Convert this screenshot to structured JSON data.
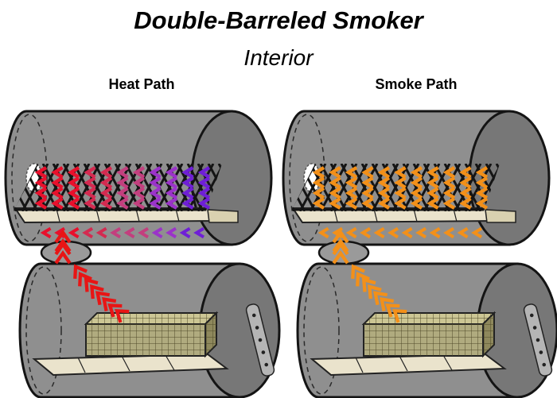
{
  "title": "Double-Barreled Smoker",
  "subtitle": "Interior",
  "panels": [
    {
      "label": "Heat Path",
      "flow": "heat",
      "grate_gradient": [
        "#e8102c",
        "#d42a50",
        "#c33f7e",
        "#9b33c9",
        "#6f1fd6"
      ],
      "lower_arrow_color": "#e81515"
    },
    {
      "label": "Smoke Path",
      "flow": "smoke",
      "grate_gradient": [
        "#f39019",
        "#f39019",
        "#f39019",
        "#f39019",
        "#f39019"
      ],
      "lower_arrow_color": "#f39019"
    }
  ],
  "colors": {
    "background": "#ffffff",
    "barrel_body": "#8f8f8f",
    "barrel_end": "#777777",
    "outline": "#141414",
    "grate": "#141414",
    "shelf": "#eae3cc",
    "shelf_end_block": "#d9d1b0",
    "firebox_front": "#b0ab7f",
    "firebox_top": "#ccc694",
    "firebox_side": "#8e885c",
    "firebox_grid": "#4f4a28",
    "hinge_plate": "#b5b5b5",
    "vent_hole": "#ffffff",
    "connector": "#9a9a9a"
  }
}
